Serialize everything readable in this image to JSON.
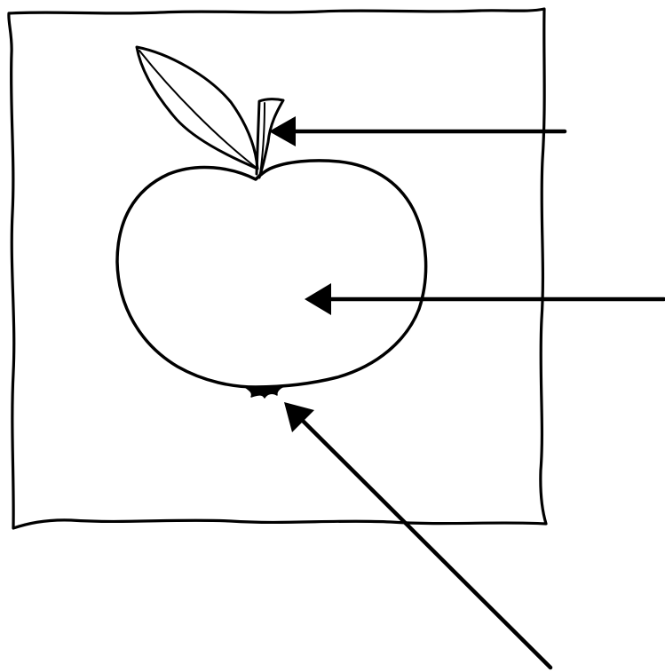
{
  "diagram": {
    "subject": "apple",
    "style": "hand-drawn black ink sketch on white background",
    "colors": {
      "ink": "#000000",
      "background": "#ffffff"
    },
    "parts": [
      {
        "id": "leaf",
        "icon": "leaf-icon"
      },
      {
        "id": "stalk",
        "icon": "stalk-icon"
      },
      {
        "id": "body",
        "icon": "apple-body-icon"
      },
      {
        "id": "calyx",
        "icon": "calyx-icon"
      }
    ],
    "pointer_targets": [
      "stalk",
      "body",
      "calyx"
    ],
    "labels": []
  }
}
